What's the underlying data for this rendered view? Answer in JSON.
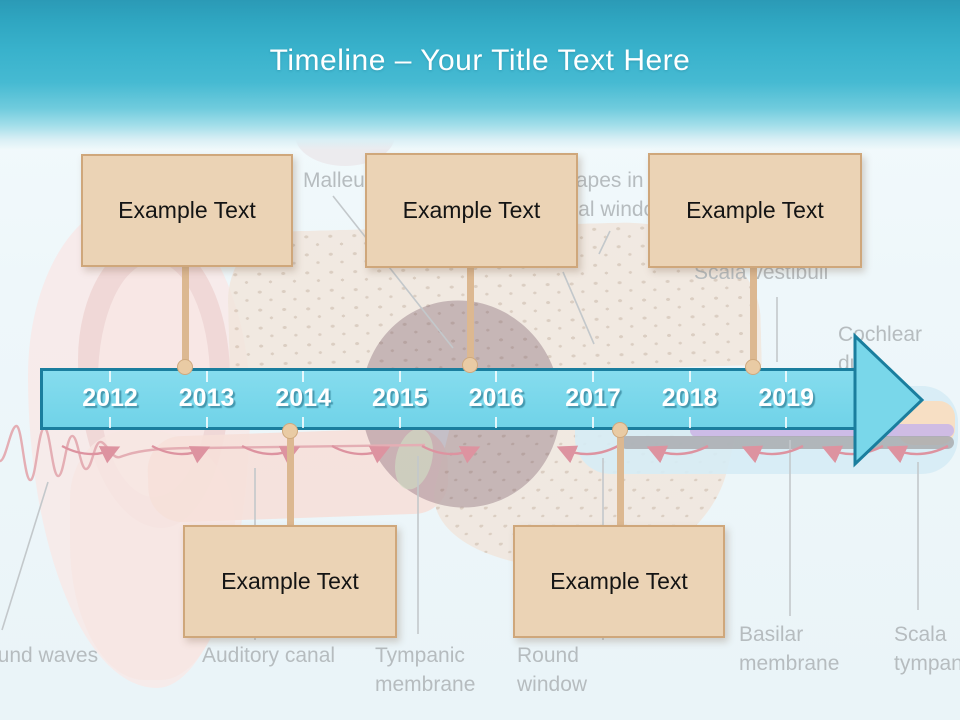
{
  "slide": {
    "title": "Timeline – Your Title Text Here"
  },
  "timeline": {
    "years": [
      "2012",
      "2013",
      "2014",
      "2015",
      "2016",
      "2017",
      "2018",
      "2019"
    ]
  },
  "milestones": [
    {
      "label": "Example Text"
    },
    {
      "label": "Example Text"
    },
    {
      "label": "Example Text"
    },
    {
      "label": "Example Text"
    },
    {
      "label": "Example Text"
    }
  ],
  "background_labels": [
    {
      "name": "malleus",
      "text": "Malleus"
    },
    {
      "name": "stapes-in-oval-window",
      "text": "Stapes in\noval window"
    },
    {
      "name": "scala-vestibuli",
      "text": "Scala vestibuli"
    },
    {
      "name": "cochlear-duct",
      "text": "Cochlear duct"
    },
    {
      "name": "sound-waves",
      "text": "Sound waves"
    },
    {
      "name": "auditory-canal",
      "text": "Auditory canal"
    },
    {
      "name": "tympanic-membrane",
      "text": "Tympanic\nmembrane"
    },
    {
      "name": "round-window",
      "text": "Round\nwindow"
    },
    {
      "name": "basilar-membrane",
      "text": "Basilar\nmembrane"
    },
    {
      "name": "scala-tympani",
      "text": "Scala\ntympani"
    }
  ],
  "colors": {
    "header_teal": "#39b2cc",
    "bar_fill": "#75d6ea",
    "bar_border": "#1a7e9e",
    "box_fill": "#ebd3b5",
    "box_border": "#cfa77b",
    "connector_tan": "#dcb891",
    "background_label_gray": "#b6bcbf",
    "wave_arrow_pink": "#dd93a0",
    "year_text": "#ffffff"
  }
}
